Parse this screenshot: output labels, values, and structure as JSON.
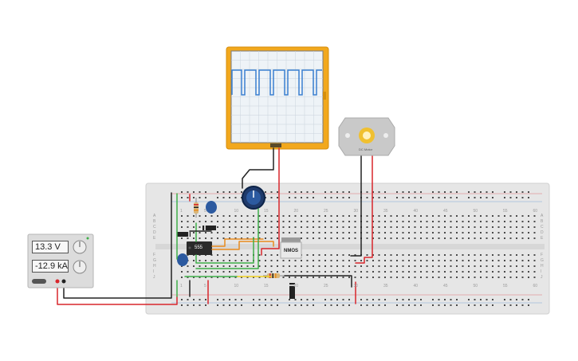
{
  "power_supply": {
    "voltage_display": "13.3 V",
    "current_display": "-12.9 kA"
  },
  "timer_chip": {
    "label": "555"
  },
  "transistor": {
    "label": "NMOS"
  },
  "motor": {
    "label": "DC Motor"
  },
  "oscilloscope": {
    "waveform": "square"
  },
  "breadboard": {
    "column_numbers_top": [
      "1",
      "5",
      "10",
      "15",
      "20",
      "25",
      "30",
      "35",
      "40",
      "45",
      "50",
      "55",
      "60"
    ],
    "column_numbers_bottom": [
      "1",
      "5",
      "10",
      "15",
      "20",
      "25",
      "30",
      "35",
      "40",
      "45",
      "50",
      "55",
      "60"
    ],
    "row_letters_top": [
      "A",
      "B",
      "C",
      "D",
      "E"
    ],
    "row_letters_bottom": [
      "F",
      "G",
      "H",
      "I",
      "J"
    ]
  },
  "colors": {
    "breadboard": "#e6e6e6",
    "oscilloscope_frame": "#f2a81d",
    "wave": "#3a7fd0",
    "wire_red": "#d8262c",
    "wire_black": "#222222",
    "wire_green": "#3fae49",
    "wire_orange": "#e98b1f"
  }
}
